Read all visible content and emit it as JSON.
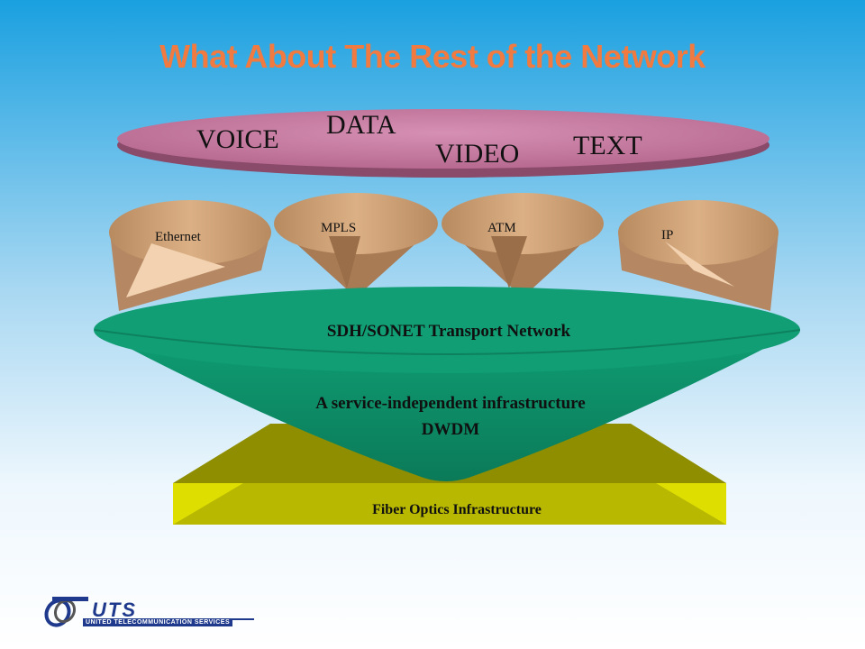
{
  "title": "What About The Rest of the Network",
  "services": {
    "voice": "VOICE",
    "data": "DATA",
    "video": "VIDEO",
    "text": "TEXT"
  },
  "protocols": {
    "ethernet": "Ethernet",
    "mpls": "MPLS",
    "atm": "ATM",
    "ip": "IP"
  },
  "transport": {
    "label": "SDH/SONET Transport Network",
    "line1": "A service-independent infrastructure",
    "line2": "DWDM"
  },
  "fiber": {
    "label": "Fiber Optics Infrastructure"
  },
  "logo": {
    "name": "UTS",
    "subtitle": "UNITED TELECOMMUNICATION SERVICES"
  },
  "colors": {
    "title": "#f07a40",
    "service_disc": "#c8789f",
    "cone": "#d6a57a",
    "transport": "#0e9b72",
    "fiber": "#c9c900",
    "logo": "#1f3a8c"
  }
}
